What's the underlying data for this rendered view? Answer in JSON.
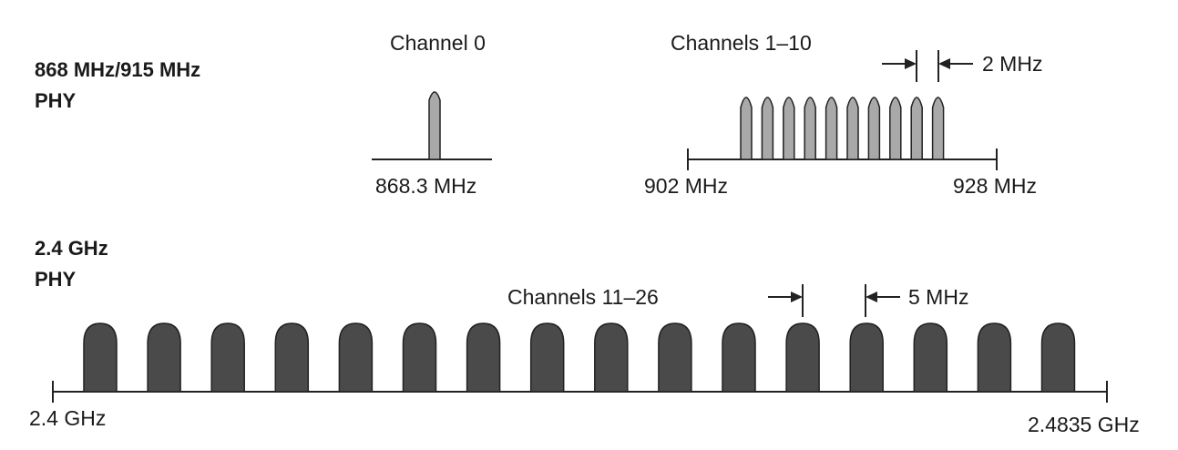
{
  "upper_band": {
    "title_line1": "868 MHz/915 MHz",
    "title_line2": "PHY",
    "channel0": {
      "label": "Channel 0",
      "freq_label": "868.3 MHz"
    },
    "channels_1_10": {
      "label": "Channels 1–10",
      "start_label": "902 MHz",
      "end_label": "928 MHz",
      "spacing_label": "2 MHz",
      "count": 10
    }
  },
  "lower_band": {
    "title_line1": "2.4 GHz",
    "title_line2": "PHY",
    "channels_label": "Channels 11–26",
    "start_label": "2.4 GHz",
    "end_label": "2.4835 GHz",
    "spacing_label": "5 MHz",
    "count": 16
  },
  "colors": {
    "light_channel": "#a9a9a9",
    "dark_channel": "#4a4a4a",
    "line": "#222222"
  }
}
